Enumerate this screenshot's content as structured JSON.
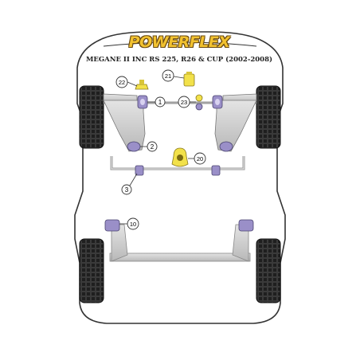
{
  "brand": {
    "logo_text": "POWERFLEX"
  },
  "subtitle": "MEGANE II INC RS 225, R26 & CUP (2002-2008)",
  "part_labels": {
    "p1": "1",
    "p2": "2",
    "p3": "3",
    "p10": "10",
    "p20": "20",
    "p21": "21",
    "p22": "22",
    "p23": "23"
  },
  "colors": {
    "bushing_purple": "#9a8fc8",
    "bushing_yellow": "#f2e14a",
    "chassis_outline": "#333333",
    "arm_gray": "#cfcfcf",
    "tyre_dark": "#2b2b2b",
    "logo_yellow": "#f2c230"
  }
}
